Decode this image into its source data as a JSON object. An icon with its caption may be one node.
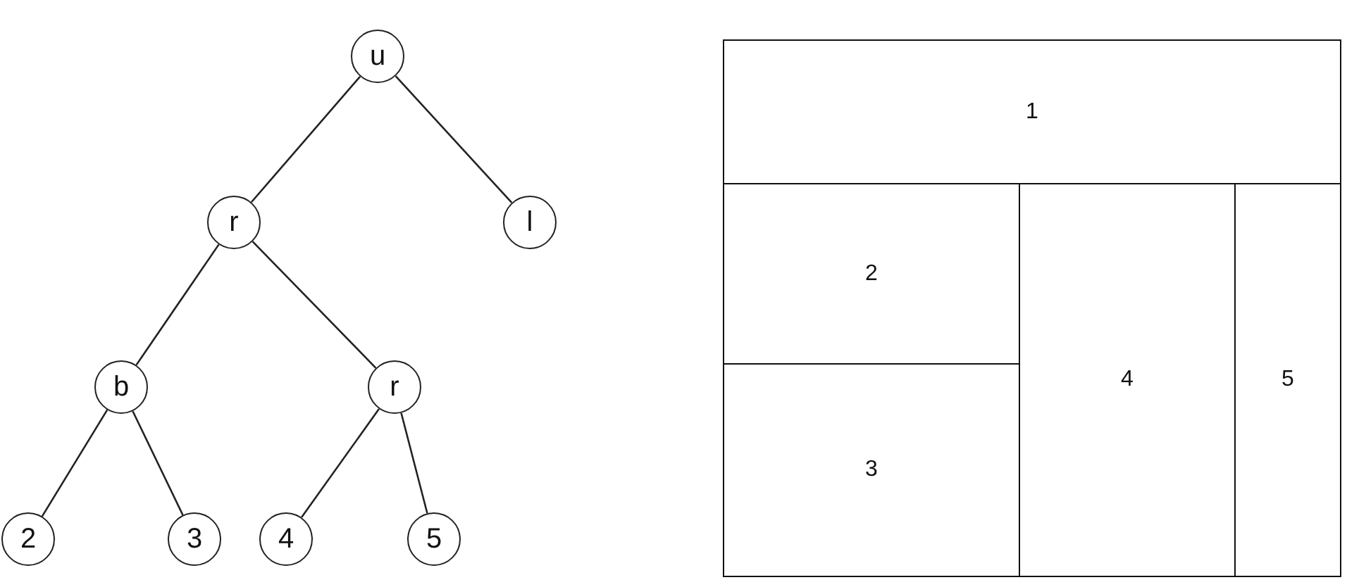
{
  "diagram": {
    "nodes": [
      {
        "text": [
          "u"
        ]
      },
      {
        "text": [
          "r"
        ]
      },
      {
        "text": [
          "l"
        ]
      },
      {
        "text": [
          "b"
        ]
      },
      {
        "text": [
          "r"
        ]
      },
      {
        "text": [
          "2"
        ]
      },
      {
        "text": [
          "3"
        ]
      },
      {
        "text": [
          "4"
        ]
      },
      {
        "text": [
          "5"
        ]
      },
      {
        "text": [
          "1"
        ]
      },
      {
        "text": [
          "2"
        ]
      },
      {
        "text": [
          "3"
        ]
      },
      {
        "text": [
          "4"
        ]
      },
      {
        "text": [
          "5"
        ]
      }
    ],
    "edges": [
      {
        "from": 0,
        "to": 1,
        "arrow": "none"
      },
      {
        "from": 0,
        "to": 2,
        "arrow": "none"
      },
      {
        "from": 1,
        "to": 3,
        "arrow": "none"
      },
      {
        "from": 1,
        "to": 4,
        "arrow": "none"
      },
      {
        "from": 3,
        "to": 5,
        "arrow": "none"
      },
      {
        "from": 3,
        "to": 6,
        "arrow": "none"
      },
      {
        "from": 4,
        "to": 7,
        "arrow": "none"
      },
      {
        "from": 4,
        "to": 8,
        "arrow": "none"
      }
    ]
  }
}
